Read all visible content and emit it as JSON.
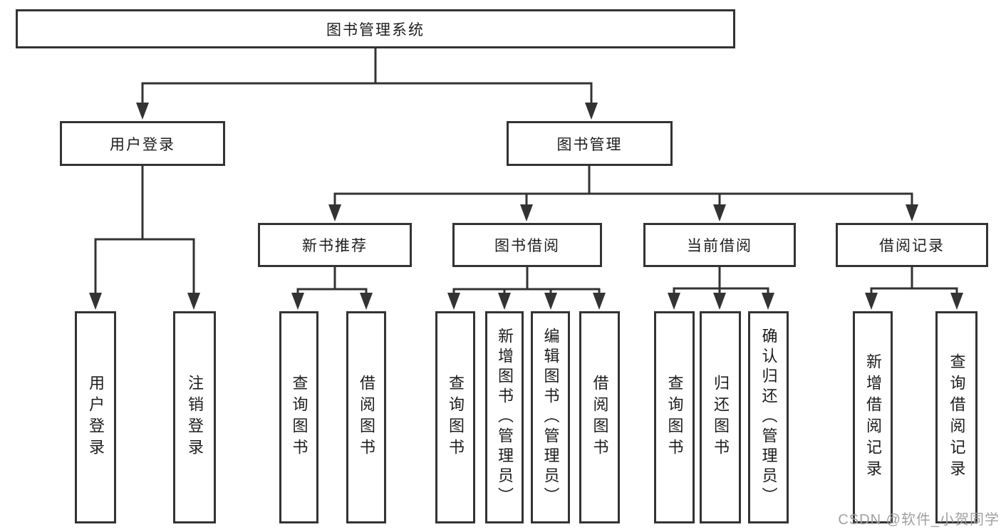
{
  "diagram_type": "hierarchy-tree",
  "colors": {
    "background": "#ffffff",
    "node_border": "#333333",
    "connector_line": "#333333",
    "node_text": "#1d1d1d",
    "watermark_text": "#a0a0a0"
  },
  "nodes": {
    "root": {
      "label": "图书管理系统"
    },
    "user_login": {
      "label": "用户登录"
    },
    "book_management": {
      "label": "图书管理"
    },
    "new_book_recommend": {
      "label": "新书推荐"
    },
    "book_borrow": {
      "label": "图书借阅"
    },
    "current_borrow": {
      "label": "当前借阅"
    },
    "borrow_record": {
      "label": "借阅记录"
    },
    "leaf_user_login": {
      "label": "用户登录"
    },
    "leaf_logout": {
      "label": "注销登录"
    },
    "leaf_nbr_query": {
      "label": "查询图书"
    },
    "leaf_nbr_borrow": {
      "label": "借阅图书"
    },
    "leaf_bb_query": {
      "label": "查询图书"
    },
    "leaf_bb_add": {
      "label": "新增图书（管理员）"
    },
    "leaf_bb_edit": {
      "label": "编辑图书（管理员）"
    },
    "leaf_bb_borrow": {
      "label": "借阅图书"
    },
    "leaf_cb_query": {
      "label": "查询图书"
    },
    "leaf_cb_return": {
      "label": "归还图书"
    },
    "leaf_cb_confirm": {
      "label": "确认归还（管理员）"
    },
    "leaf_br_add": {
      "label": "新增借阅记录"
    },
    "leaf_br_query": {
      "label": "查询借阅记录"
    }
  },
  "structure": {
    "图书管理系统": {
      "用户登录": [
        "用户登录",
        "注销登录"
      ],
      "图书管理": {
        "新书推荐": [
          "查询图书",
          "借阅图书"
        ],
        "图书借阅": [
          "查询图书",
          "新增图书（管理员）",
          "编辑图书（管理员）",
          "借阅图书"
        ],
        "当前借阅": [
          "查询图书",
          "归还图书",
          "确认归还（管理员）"
        ],
        "借阅记录": [
          "新增借阅记录",
          "查询借阅记录"
        ]
      }
    }
  },
  "watermark": {
    "text": "CSDN @软件_小贺同学"
  }
}
